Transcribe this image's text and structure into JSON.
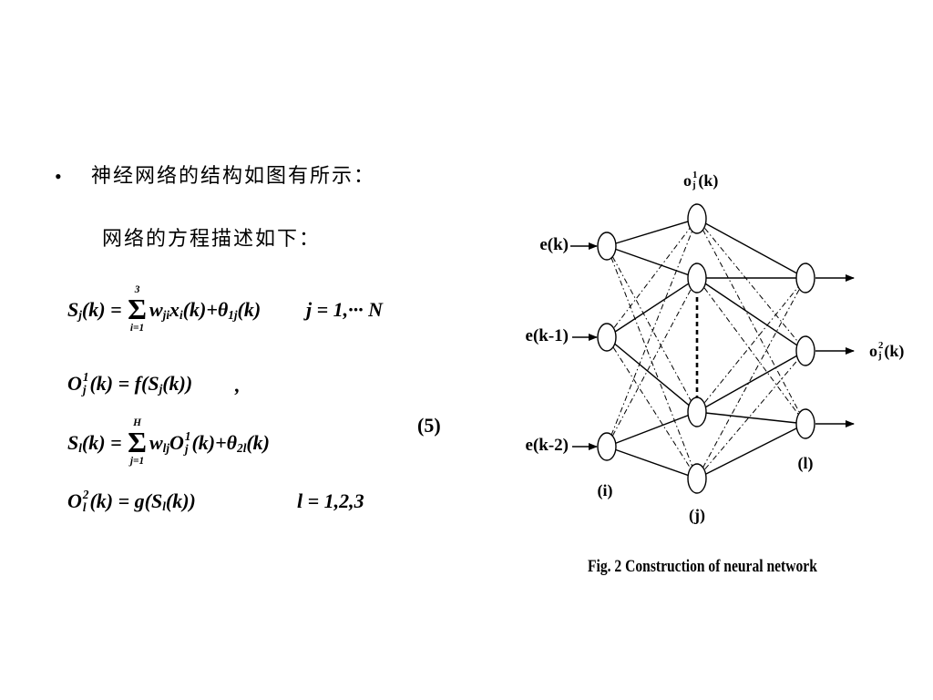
{
  "slide": {
    "bullet": "•",
    "heading": "神经网络的结构如图有所示：",
    "subheading": "网络的方程描述如下："
  },
  "equations": [
    {
      "tokens": [
        {
          "t": "S"
        },
        {
          "sub": "j"
        },
        {
          "t": "(k) = "
        },
        {
          "sum": "Σ",
          "above": "3",
          "below": "i=1"
        },
        {
          "t": "w"
        },
        {
          "sub": "ji"
        },
        {
          "t": "x"
        },
        {
          "sub": "i"
        },
        {
          "t": "(k)+θ"
        },
        {
          "sub": "1j"
        },
        {
          "t": "(k)"
        }
      ],
      "condition": "j = 1,··· N"
    },
    {
      "tokens": [
        {
          "t": "O"
        },
        {
          "sup": "1",
          "sub": "j"
        },
        {
          "t": "(k) = f(S"
        },
        {
          "sub": "j"
        },
        {
          "t": "(k))"
        }
      ],
      "condition": ","
    },
    {
      "tokens": [
        {
          "t": "S"
        },
        {
          "sub": "l"
        },
        {
          "t": "(k) = "
        },
        {
          "sum": "Σ",
          "above": "H",
          "below": "j=1"
        },
        {
          "t": "w"
        },
        {
          "sub": "lj"
        },
        {
          "t": "O"
        },
        {
          "sup": "1",
          "sub": "j"
        },
        {
          "t": "(k)+θ"
        },
        {
          "sub": "2l"
        },
        {
          "t": "(k)"
        }
      ]
    },
    {
      "tokens": [
        {
          "t": "O"
        },
        {
          "sup": "2",
          "sub": "l"
        },
        {
          "t": "(k) = g(S"
        },
        {
          "sub": "l"
        },
        {
          "t": "(k))"
        }
      ],
      "condition": "l = 1,2,3"
    }
  ],
  "equation_number": "(5)",
  "figure": {
    "inputs": [
      "e(k)",
      "e(k-1)",
      "e(k-2)"
    ],
    "layer_labels": {
      "input": "(i)",
      "hidden": "(j)",
      "output": "(l)"
    },
    "hidden_output_label": [
      {
        "t": "o"
      },
      {
        "sup": "1",
        "sub": "j"
      },
      {
        "t": "(k)"
      }
    ],
    "network_output_label": [
      {
        "t": "o"
      },
      {
        "sup": "2",
        "sub": "j"
      },
      {
        "t": "(k)"
      }
    ],
    "caption": "Fig. 2 Construction of neural network"
  }
}
